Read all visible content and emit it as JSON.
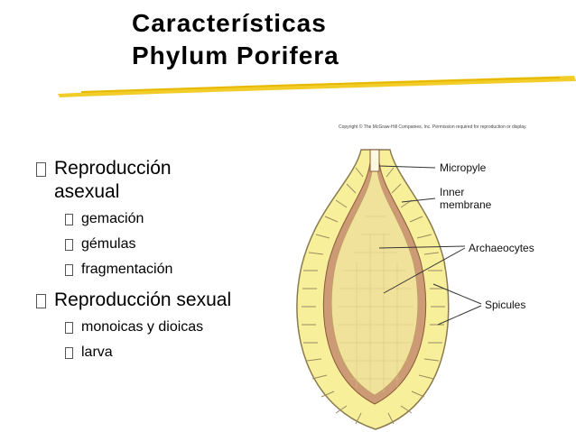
{
  "title": {
    "line1": "Características",
    "line2": "Phylum Porifera"
  },
  "colors": {
    "accent_underline": "#f2cd2a",
    "tissue": "#f1e29b",
    "membrane": "#cc9a74",
    "spicule_fill": "#f8ef9b"
  },
  "bullets": [
    {
      "label": "Reproducción asexual",
      "label_line1": "Reproducción",
      "label_line2": "asexual",
      "sub": [
        "gemación",
        "gémulas",
        "fragmentación"
      ]
    },
    {
      "label": "Reproducción sexual",
      "sub": [
        "monoicas y dioicas",
        "larva"
      ]
    }
  ],
  "figure": {
    "copyright": "Copyright © The McGraw-Hill Companies, Inc. Permission required for reproduction or display.",
    "labels": {
      "micropyle": "Micropyle",
      "inner1": "Inner",
      "inner2": "membrane",
      "archaeocytes": "Archaeocytes",
      "spicules": "Spicules"
    }
  }
}
